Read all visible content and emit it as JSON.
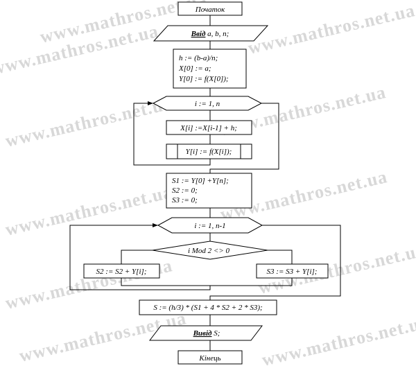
{
  "watermark": "www.mathros.net.ua",
  "flowchart": {
    "start": "Початок",
    "input": {
      "keyword": "Ввід",
      "rest": " a, b, n;"
    },
    "init": [
      "h := (b-a)/n;",
      "X[0] := a;",
      "Y[0] := f(X[0]);"
    ],
    "loop1": "i := 1, n",
    "step_x": "X[i] :=X[i-1] + h;",
    "step_y": "Y[i] := f(X[i]);",
    "sums": [
      "S1 := Y[0] +Y[n];",
      "S2 := 0;",
      "S3 := 0;"
    ],
    "loop2": "i := 1, n-1",
    "condition": "i Mod 2 <> 0",
    "branch_yes": "S2 := S2 + Y[i];",
    "branch_no": "S3 := S3 + Y[i];",
    "result": "S := (h/3) * (S1 + 4 * S2 + 2 * S3);",
    "output": {
      "keyword": "Вивід",
      "rest": " S;"
    },
    "end": "Кінець"
  }
}
